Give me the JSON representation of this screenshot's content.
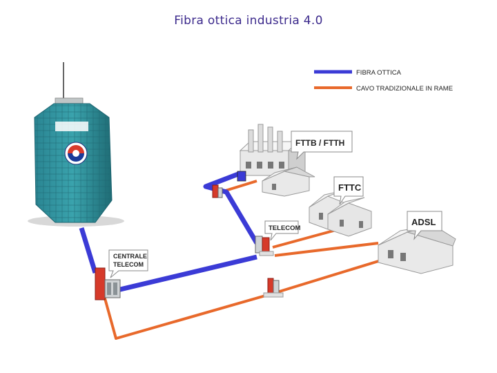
{
  "title": "Fibra ottica  industria 4.0",
  "legend": {
    "fiber_label": "FIBRA OTTICA",
    "copper_label": "CAVO TRADIZIONALE IN RAME",
    "fiber_color": "#3b3bd6",
    "copper_color": "#e8692b"
  },
  "labels": {
    "fttb": "FTTB / FTTH",
    "fttc": "FTTC",
    "adsl": "ADSL",
    "telecom": "TELECOM",
    "centrale_line1": "CENTRALE",
    "centrale_line2": "TELECOM"
  },
  "colors": {
    "tower": "#2e8f9a",
    "tower_dark": "#23727b",
    "building": "#e9e9e9",
    "building_shadow": "#c9c9c9",
    "cabinet_red": "#d63a2a"
  }
}
